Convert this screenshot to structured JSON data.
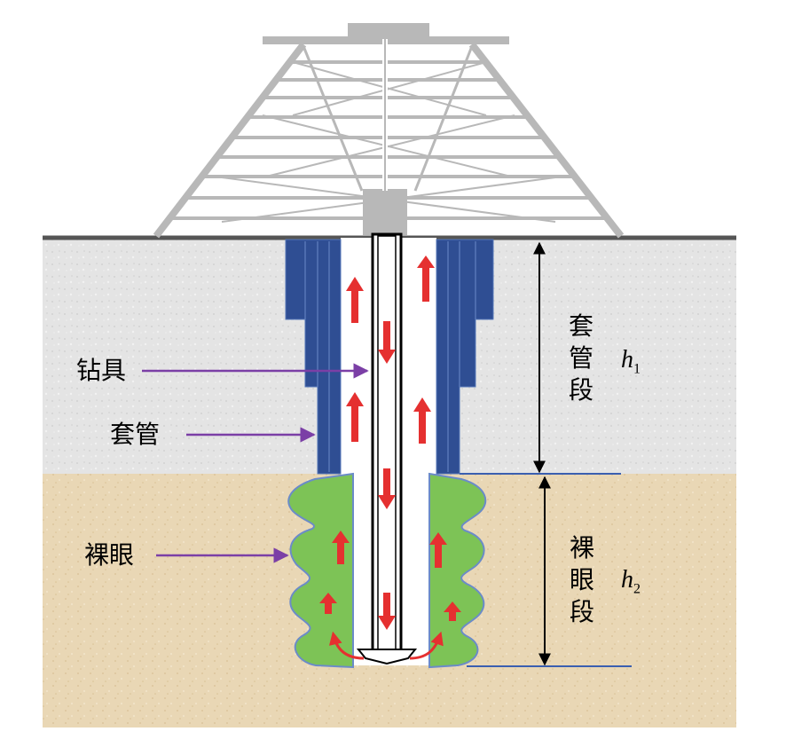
{
  "labels": {
    "drill_tool": "钻具",
    "casing": "套管",
    "open_hole": "裸眼"
  },
  "sections": {
    "casing_section": [
      "套",
      "管",
      "段"
    ],
    "open_hole_section": [
      "裸",
      "眼",
      "段"
    ]
  },
  "heights": {
    "h1_symbol": "h",
    "h1_sub": "1",
    "h2_symbol": "h",
    "h2_sub": "2"
  },
  "colors": {
    "casing": "#2f4e93",
    "cave_fill": "#7dc356",
    "arrow": "#e53030",
    "pointer": "#7b3fa6",
    "rock": "#e6e6e6",
    "soil": "#e8d6b4",
    "derrick": "#b8b8b8"
  }
}
